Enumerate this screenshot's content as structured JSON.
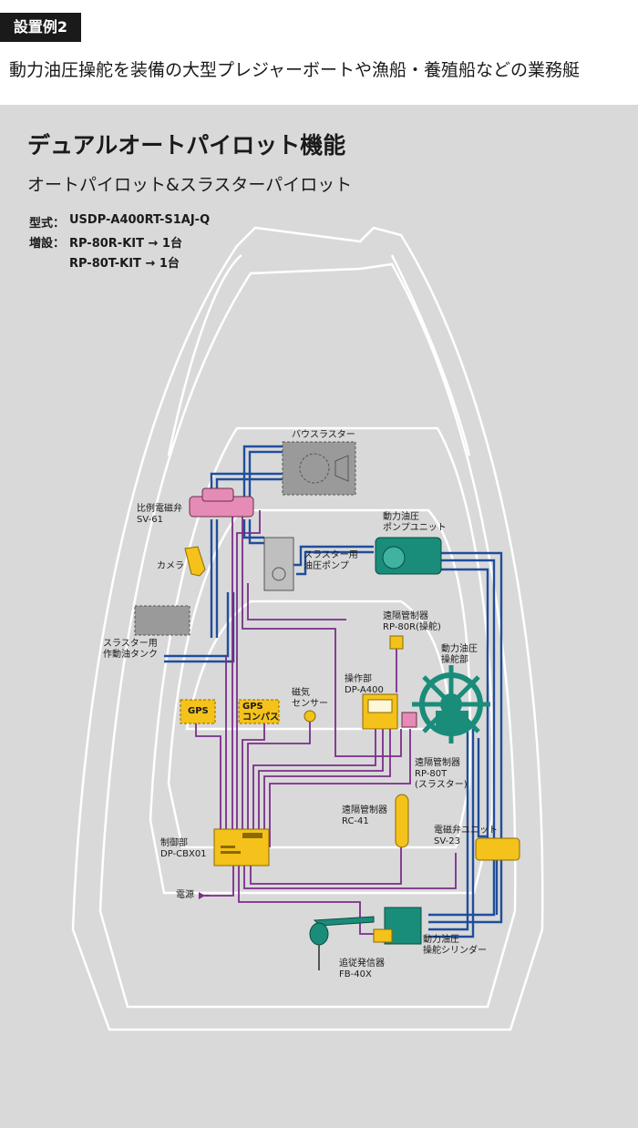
{
  "header": {
    "tag": "設置例2",
    "subtitle": "動力油圧操舵を装備の大型プレジャーボートや漁船・養殖船などの業務艇"
  },
  "panel": {
    "title": "デュアルオートパイロット機能",
    "subtitle": "オートパイロット&スラスターパイロット",
    "model_label": "型式：",
    "model_value": "USDP-A400RT-S1AJ-Q",
    "addon_label": "増設：",
    "addon_1": "RP-80R-KIT → 1台",
    "addon_2": "RP-80T-KIT → 1台"
  },
  "components": {
    "bow_thruster": "バウスラスター",
    "sv61": [
      "比例電磁弁",
      "SV-61"
    ],
    "camera": "カメラ",
    "thruster_pump": [
      "スラスター用",
      "油圧ポンプ"
    ],
    "power_pump": [
      "動力油圧",
      "ポンプユニット"
    ],
    "thruster_tank": [
      "スラスター用",
      "作動油タンク"
    ],
    "rp80r": [
      "遠隔管制器",
      "RP-80R(操舵)"
    ],
    "power_helm": [
      "動力油圧",
      "操舵部"
    ],
    "dp_a400": [
      "操作部",
      "DP-A400"
    ],
    "mag_sensor": [
      "磁気",
      "センサー"
    ],
    "gps": "GPS",
    "gps_compass": [
      "GPS",
      "コンパス"
    ],
    "rp80t": [
      "遠隔管制器",
      "RP-80T",
      "(スラスター)"
    ],
    "rc41": [
      "遠隔管制器",
      "RC-41"
    ],
    "sv23": [
      "電磁弁ユニット",
      "SV-23"
    ],
    "controller": [
      "制御部",
      "DP-CBX01"
    ],
    "power": "電源",
    "fb40x": [
      "追従発信器",
      "FB-40X"
    ],
    "cylinder": [
      "動力油圧",
      "操舵シリンダー"
    ]
  },
  "colors": {
    "hydraulic_line": "#1f4e9c",
    "signal_line": "#7b2d8b",
    "yellow": "#f4c21a",
    "teal": "#1a8c7a",
    "pink": "#e58bb5",
    "gray_box": "#9a9a9a"
  }
}
